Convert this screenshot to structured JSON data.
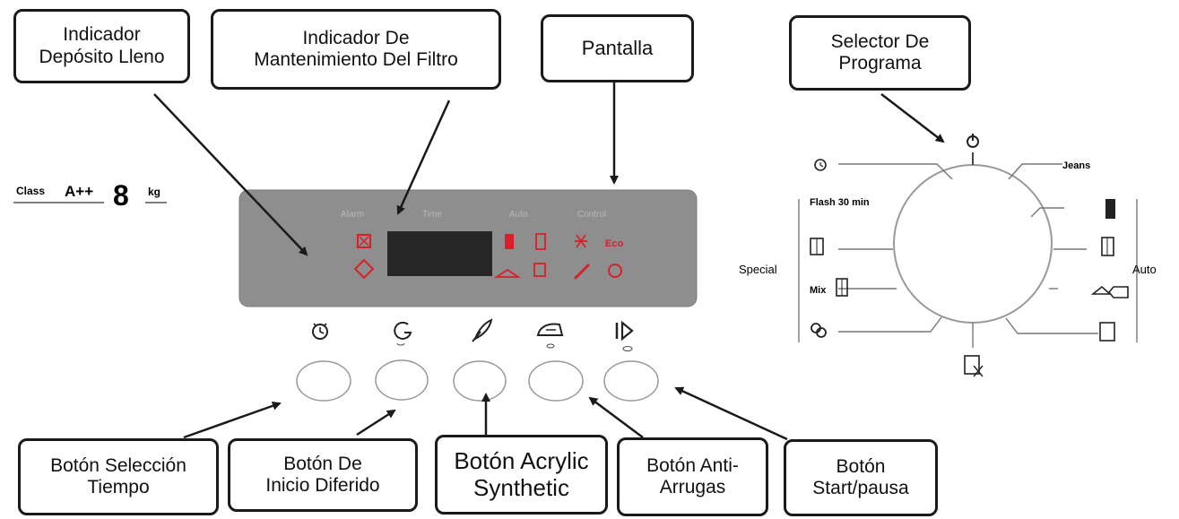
{
  "callouts": {
    "tank_full": "Indicador\nDepósito Lleno",
    "filter_maintenance": "Indicador De\nMantenimiento Del Filtro",
    "display": "Pantalla",
    "program_selector": "Selector De\nPrograma",
    "time_button": "Botón  Selección\nTiempo",
    "delay_button": "Botón De\nInicio Diferido",
    "acrylic_button": "Botón Acrylic\nSynthetic",
    "anticrease_button": "Botón Anti-\nArrugas",
    "start_button": "Botón\nStart/pausa"
  },
  "energy": {
    "class_label": "Class",
    "class_value": "A++",
    "capacity": "8",
    "unit": "kg"
  },
  "panel": {
    "alarm": "Alarm",
    "time": "Time",
    "auto": "Auto",
    "control": "Control",
    "eco": "Eco"
  },
  "dial": {
    "jeans": "Jeans",
    "flash": "Flash 30 min",
    "mix": "Mix",
    "special": "Special",
    "auto": "Auto"
  },
  "colors": {
    "panel": "#8e8e8e",
    "indicator": "#d8202a",
    "outline": "#1a1a1a"
  },
  "icons": [
    "clock-icon",
    "power-icon",
    "delay-start-icon",
    "feather-icon",
    "iron-icon",
    "play-pause-icon",
    "shirt-icon",
    "towel-icon"
  ]
}
